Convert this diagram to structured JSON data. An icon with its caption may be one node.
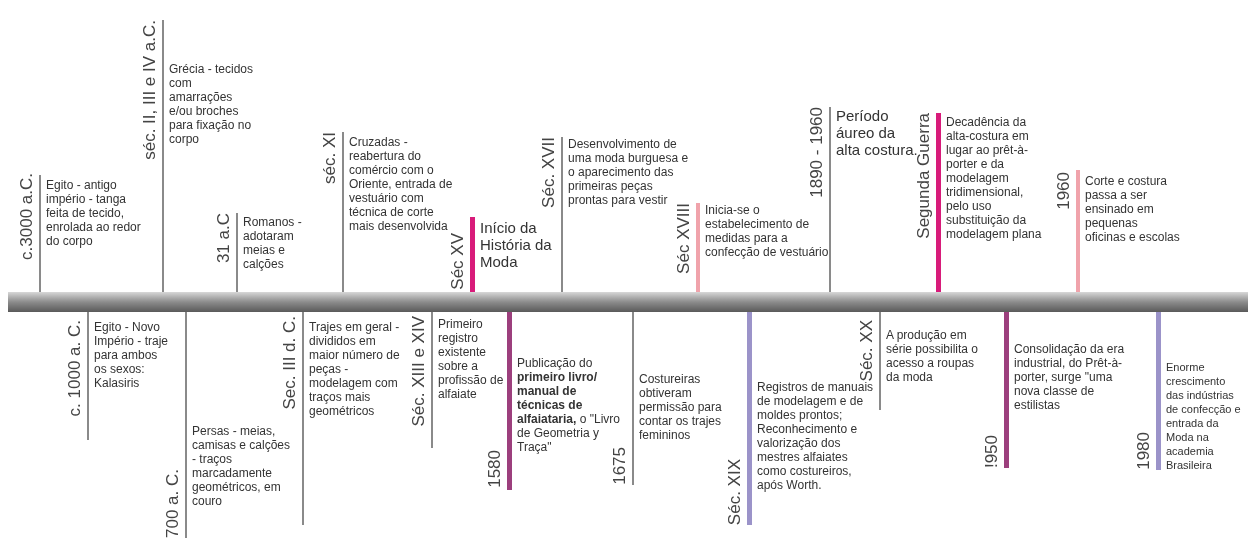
{
  "diagram": {
    "nodes": [
      {
        "text": [
          "c.3000 a.C.",
          "Egito - antigo império - tanga feita de tecido, enrolada ao redor do corpo"
        ]
      },
      {
        "text": [
          "séc. II, III e IV a.C.",
          "Grécia - tecidos com amarrações e/ou broches para fixação no corpo"
        ]
      },
      {
        "text": [
          "31 a.C",
          "Romanos - adotaram meias e calções"
        ]
      },
      {
        "text": [
          "séc. XI",
          "Cruzadas - reabertura do comércio com o Oriente, entrada de vestuário com técnica de corte mais desenvolvida"
        ]
      },
      {
        "text": [
          "Séc XV",
          "Início da História da Moda"
        ]
      },
      {
        "text": [
          "Séc. XVII",
          "Desenvolvimento de uma moda burguesa e o aparecimento das primeiras peças prontas para vestir"
        ]
      },
      {
        "text": [
          "Séc XVIII",
          "Inicia-se o estabelecimento de medidas para a confecção de vestuário"
        ]
      },
      {
        "text": [
          "1890 - 1960",
          "Período áureo da alta costura."
        ]
      },
      {
        "text": [
          "Segunda Guerra",
          "Decadência da alta-costura em lugar ao prêt-à-porter e da modelagem tridimensional, pelo uso substituição da modelagem plana"
        ]
      },
      {
        "text": [
          "1960",
          "Corte e costura passa a ser ensinado em pequenas oficinas e escolas"
        ]
      },
      {
        "text": [
          "c. 1000 a. C.",
          "Egito - Novo Império - traje para ambos os sexos: Kalasiris"
        ]
      },
      {
        "text": [
          "700 a. C.",
          "Persas - meias, camisas e calções - traços marcadamente geométricos, em couro"
        ]
      },
      {
        "text": [
          "Sec. III d. C.",
          "Trajes em geral - divididos em maior número de peças - modelagem com traços mais geométricos"
        ]
      },
      {
        "text": [
          "Séc. XIII e XIV",
          "Primeiro registro existente sobre a profissão de alfaiate"
        ]
      },
      {
        "text": [
          "1580",
          "Publicação do **primeiro livro/ manual de técnicas de alfaiataria,** o \"Livro de Geometria y Traça\""
        ]
      },
      {
        "text": [
          "1675",
          "Costureiras obtiveram permissão para contar os trajes femininos"
        ]
      },
      {
        "text": [
          "Séc. XIX",
          "Registros de manuais de modelagem e de moldes prontos; Reconhecimento e valorização dos mestres alfaiates como costureiros, após Worth."
        ]
      },
      {
        "text": [
          "Séc. XX",
          "A produção em série possibilita o acesso a roupas da moda"
        ]
      },
      {
        "text": [
          "!950",
          "Consolidação da era industrial, do Prêt-à-porter, surge \"uma nova classe de estilistas"
        ]
      },
      {
        "text": [
          "1980",
          "Enorme crescimento das indústrias de confecção e entrada da Moda na academia Brasileira"
        ]
      },
      {
        "text": [],
        "shape": "bar"
      }
    ]
  }
}
